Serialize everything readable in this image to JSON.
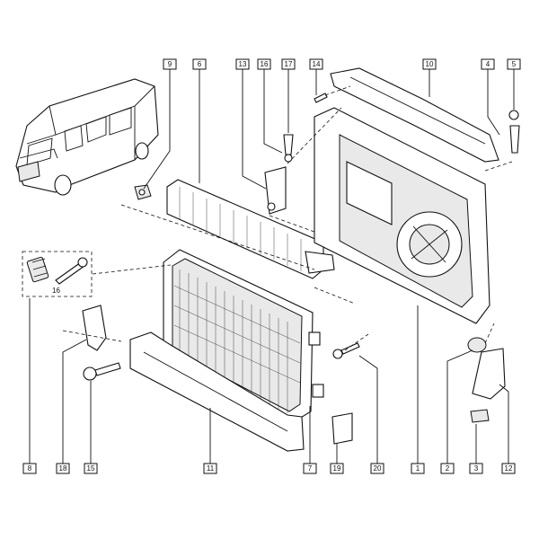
{
  "callouts": [
    {
      "id": "c9",
      "text": "9"
    },
    {
      "id": "c6",
      "text": "6"
    },
    {
      "id": "c13",
      "text": "13"
    },
    {
      "id": "c16",
      "text": "16"
    },
    {
      "id": "c17",
      "text": "17"
    },
    {
      "id": "c14",
      "text": "14"
    },
    {
      "id": "c10",
      "text": "10"
    },
    {
      "id": "c4",
      "text": "4"
    },
    {
      "id": "c5",
      "text": "5"
    },
    {
      "id": "c8",
      "text": "8"
    },
    {
      "id": "c18",
      "text": "18"
    },
    {
      "id": "c15",
      "text": "15"
    },
    {
      "id": "c11",
      "text": "11"
    },
    {
      "id": "c7",
      "text": "7"
    },
    {
      "id": "c19",
      "text": "19"
    },
    {
      "id": "c20",
      "text": "20"
    },
    {
      "id": "c1",
      "text": "1"
    },
    {
      "id": "c2",
      "text": "2"
    },
    {
      "id": "c3",
      "text": "3"
    },
    {
      "id": "c12",
      "text": "12"
    }
  ],
  "inset_label": "16"
}
